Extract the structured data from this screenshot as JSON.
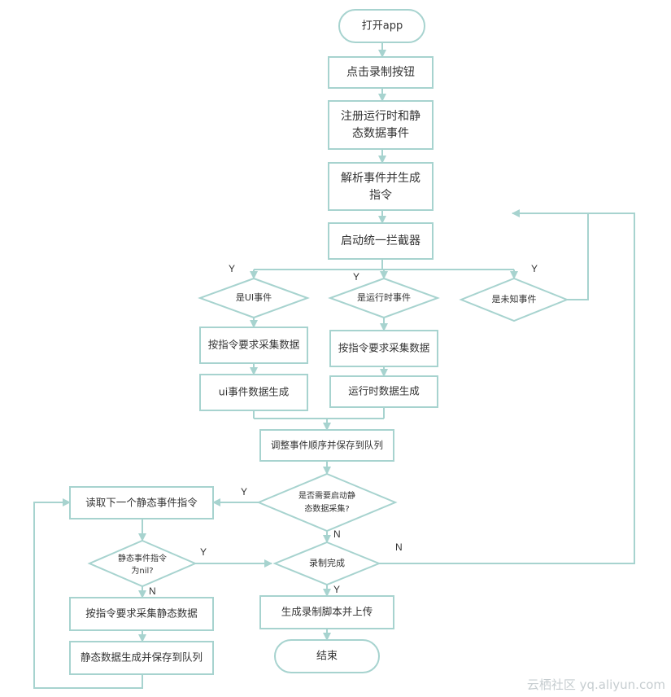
{
  "flowchart": {
    "nodes": {
      "start": "打开app",
      "click_record": "点击录制按钮",
      "register": [
        "注册运行时和静",
        "态数据事件"
      ],
      "parse": [
        "解析事件并生成",
        "指令"
      ],
      "interceptor": "启动统一拦截器",
      "is_ui": "是UI事件",
      "is_runtime": "是运行时事件",
      "is_unknown": "是未知事件",
      "collect_ui": "按指令要求采集数据",
      "ui_generate": "ui事件数据生成",
      "collect_runtime": "按指令要求采集数据",
      "runtime_generate": "运行时数据生成",
      "reorder": "调整事件顺序并保存到队列",
      "need_static": [
        "是否需要启动静",
        "态数据采集?"
      ],
      "read_next": "读取下一个静态事件指令",
      "static_nil": [
        "静态事件指令",
        "为nil?"
      ],
      "record_done": "录制完成",
      "collect_static": "按指令要求采集静态数据",
      "static_generate": "静态数据生成并保存到队列",
      "gen_script": "生成录制脚本并上传",
      "end": "结束"
    },
    "edge_labels": {
      "y_ui": "Y",
      "y_runtime": "Y",
      "y_unknown": "Y",
      "y_need_static": "Y",
      "n_need_static": "N",
      "y_static_nil": "Y",
      "n_static_nil": "N",
      "n_record_done": "N",
      "y_record_done": "Y"
    }
  },
  "watermark": "云栖社区 yq.aliyun.com",
  "colors": {
    "line": "#a7d3cf",
    "node_fill": "#ffffff",
    "node_stroke": "#a7d3cf",
    "text": "#333333"
  }
}
